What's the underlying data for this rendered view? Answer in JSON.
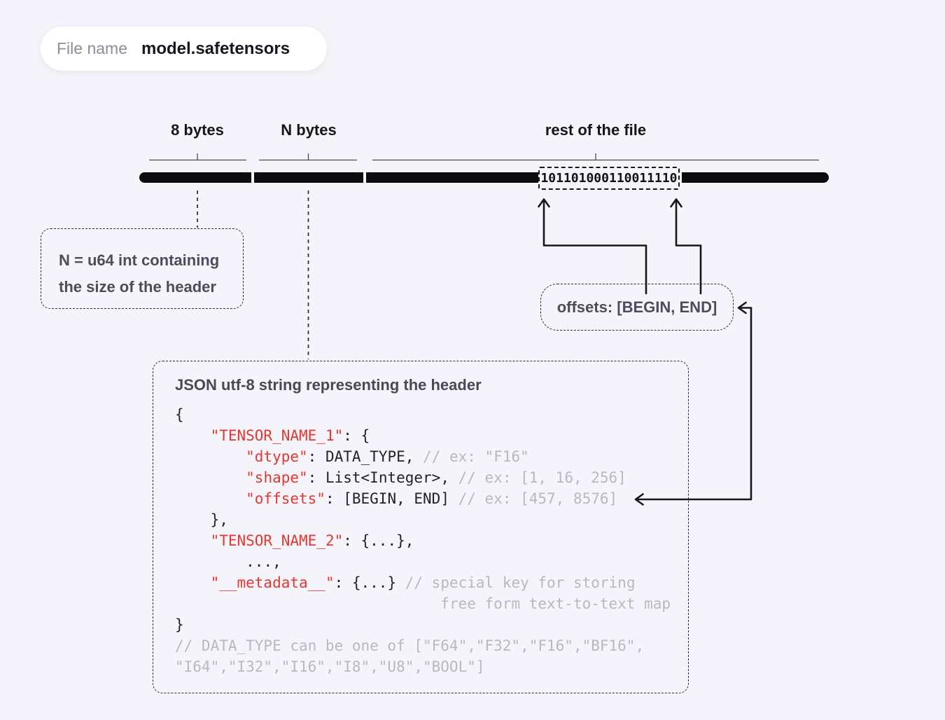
{
  "file_pill": {
    "label": "File name",
    "value": "model.safetensors"
  },
  "segments": [
    {
      "label": "8 bytes"
    },
    {
      "label": "N bytes"
    },
    {
      "label": "rest of the file"
    }
  ],
  "binary_field": {
    "bits": "101101000110011110"
  },
  "n_note": {
    "lines": [
      "N = u64 int containing",
      "the size of the header"
    ]
  },
  "offsets_note": {
    "text": "offsets: [BEGIN, END]"
  },
  "header_box": {
    "title": "JSON utf-8 string representing the header",
    "code_lines": [
      {
        "indent": 0,
        "segs": [
          {
            "c": "d",
            "t": "{"
          }
        ]
      },
      {
        "indent": 4,
        "segs": [
          {
            "c": "r",
            "t": "\"TENSOR_NAME_1\""
          },
          {
            "c": "d",
            "t": ": {"
          }
        ]
      },
      {
        "indent": 8,
        "segs": [
          {
            "c": "r",
            "t": "\"dtype\""
          },
          {
            "c": "d",
            "t": ": DATA_TYPE, "
          },
          {
            "c": "g",
            "t": "// ex: \"F16\""
          }
        ]
      },
      {
        "indent": 8,
        "segs": [
          {
            "c": "r",
            "t": "\"shape\""
          },
          {
            "c": "d",
            "t": ": List<Integer>, "
          },
          {
            "c": "g",
            "t": "// ex: [1, 16, 256]"
          }
        ]
      },
      {
        "indent": 8,
        "segs": [
          {
            "c": "r",
            "t": "\"offsets\""
          },
          {
            "c": "d",
            "t": ": [BEGIN, END] "
          },
          {
            "c": "g",
            "t": "// ex: [457, 8576]"
          }
        ]
      },
      {
        "indent": 4,
        "segs": [
          {
            "c": "d",
            "t": "},"
          }
        ]
      },
      {
        "indent": 4,
        "segs": [
          {
            "c": "r",
            "t": "\"TENSOR_NAME_2\""
          },
          {
            "c": "d",
            "t": ": {...},"
          }
        ]
      },
      {
        "indent": 8,
        "segs": [
          {
            "c": "d",
            "t": "...,"
          }
        ]
      },
      {
        "indent": 4,
        "segs": [
          {
            "c": "r",
            "t": "\"__metadata__\""
          },
          {
            "c": "d",
            "t": ": {...} "
          },
          {
            "c": "g",
            "t": "// special key for storing"
          }
        ]
      },
      {
        "indent": 30,
        "segs": [
          {
            "c": "g",
            "t": "free form text-to-text map"
          }
        ]
      },
      {
        "indent": 0,
        "segs": [
          {
            "c": "d",
            "t": "}"
          }
        ]
      },
      {
        "indent": 0,
        "segs": [
          {
            "c": "g",
            "t": "// DATA_TYPE can be one of [\"F64\",\"F32\",\"F16\",\"BF16\","
          }
        ]
      },
      {
        "indent": 0,
        "segs": [
          {
            "c": "g",
            "t": "\"I64\",\"I32\",\"I16\",\"I8\",\"U8\",\"BOOL\"]"
          }
        ]
      }
    ]
  },
  "colors": {
    "background": "#f5f4fa",
    "bar": "#0c0c0e",
    "code_key_red": "#e23832",
    "comment_gray": "#b7b9c1",
    "note_text": "#4b4d5c",
    "code_dark": "#222329"
  }
}
